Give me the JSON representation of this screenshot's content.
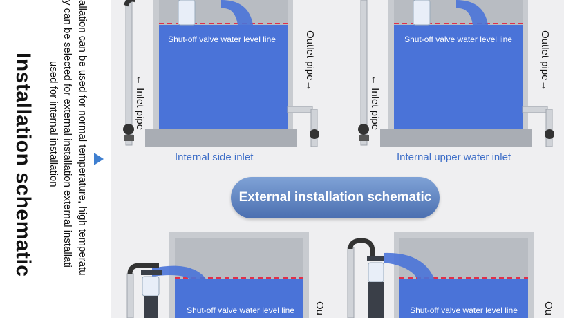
{
  "sidebar": {
    "title": "Installation schematic",
    "description_lines": [
      "allation can be used for normal temperature, high temperatu",
      "y can be selected for external installation external installati",
      "used for internal installation"
    ]
  },
  "diagrams": {
    "water_level_label": "Shut-off valve water level line",
    "inlet_label": "← Inlet pipe",
    "outlet_label": "Outlet pipe→",
    "outlet_partial": "Ou",
    "caption_1": "Internal side inlet",
    "caption_2": "Internal upper water inlet"
  },
  "section_button": "External installation schematic",
  "colors": {
    "water": "#4a73d8",
    "accent": "#3f6fc8",
    "level_line": "#e0304a",
    "pipe": "#d0d3d8",
    "background": "#efeff1"
  }
}
